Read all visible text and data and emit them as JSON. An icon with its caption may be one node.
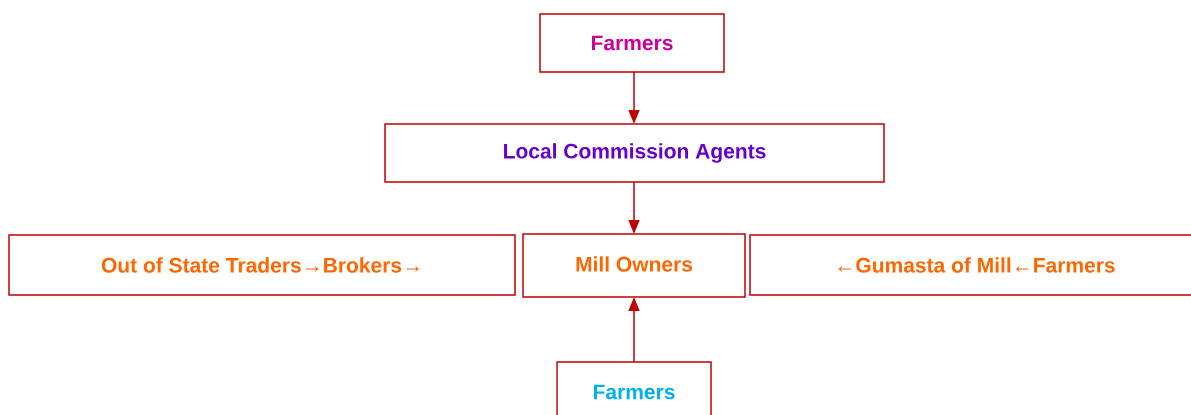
{
  "diagram": {
    "nodes": [
      {
        "text": [
          "Farmers"
        ]
      },
      {
        "text": [
          "Local Commission Agents"
        ]
      },
      {
        "text": [
          "Out of State Traders→Brokers→"
        ]
      },
      {
        "text": [
          "Mill Owners"
        ]
      },
      {
        "text": [
          "←Gumasta of Mill←Farmers"
        ]
      },
      {
        "text": [
          "Farmers"
        ]
      }
    ],
    "edges": [
      {
        "from": 0,
        "to": 1,
        "arrow": "to"
      },
      {
        "from": 1,
        "to": 3,
        "arrow": "to"
      },
      {
        "from": 5,
        "to": 3,
        "arrow": "to"
      }
    ]
  }
}
